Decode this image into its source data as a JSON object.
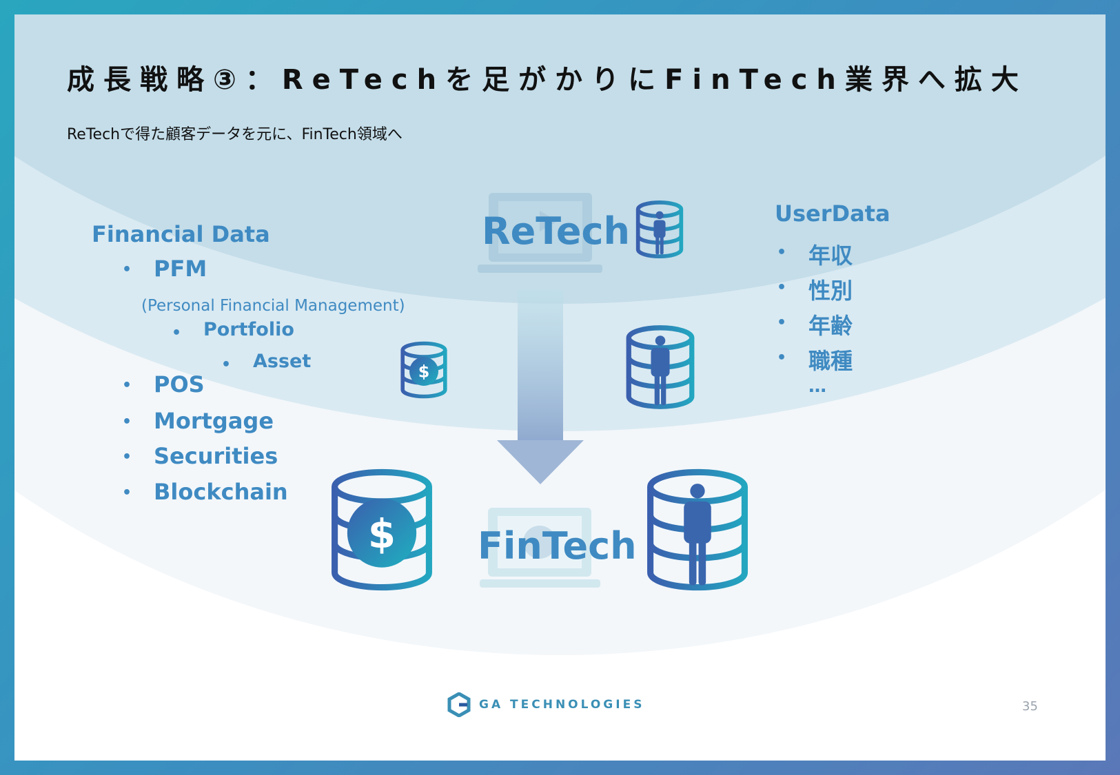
{
  "title": "成長戦略③：ReTechを足がかりにFinTech業界へ拡大",
  "subtitle": "ReTechで得た顧客データを元に、FinTech領域へ",
  "financial": {
    "heading": "Financial Data",
    "pfm": "PFM",
    "pfm_note": "(Personal Financial Management)",
    "portfolio": "Portfolio",
    "asset": "Asset",
    "items": [
      "POS",
      "Mortgage",
      "Securities",
      "Blockchain"
    ]
  },
  "user": {
    "heading": "UserData",
    "items": [
      "年収",
      "性別",
      "年齢",
      "職種"
    ],
    "ellipsis": "…"
  },
  "center": {
    "retech": "ReTech",
    "fintech": "FinTech"
  },
  "icons": {
    "dollar": "$",
    "bullet": "•"
  },
  "footer": {
    "logo_text": "GA TECHNOLOGIES",
    "page": "35"
  },
  "colors": {
    "accent": "#3f8ac2",
    "frame_start": "#2aa6bf",
    "frame_end": "#5a78b8"
  }
}
